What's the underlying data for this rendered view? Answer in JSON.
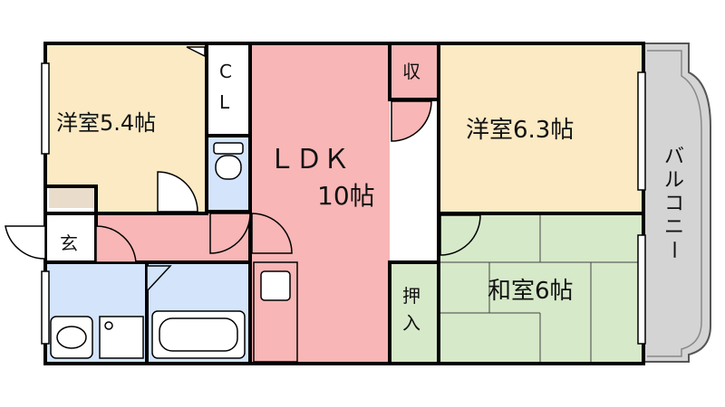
{
  "rooms": {
    "western_room_1": "洋室5.4帖",
    "western_room_2": "洋室6.3帖",
    "ldk": "ＬＤＫ",
    "ldk_size": "10帖",
    "japanese_room": "和室6帖",
    "closet_c": "C",
    "closet_l": "L",
    "storage": "収",
    "oshiire_1": "押",
    "oshiire_2": "入",
    "entrance": "玄"
  },
  "balcony": {
    "label_chars": [
      "バ",
      "ル",
      "コ",
      "ニ",
      "ー"
    ]
  },
  "colors": {
    "western": "#fbeac4",
    "ldk": "#f8b6b6",
    "japanese": "#d6e9c9",
    "wet_area": "#d3e4fb",
    "balcony": "#d4d4d4",
    "entrance": "#e9dccb",
    "wall": "#000000"
  }
}
